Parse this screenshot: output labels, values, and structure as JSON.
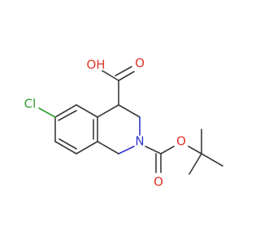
{
  "molecule": {
    "atoms": {
      "hydroxyl": "OH",
      "carboxyl_oxygen": "O",
      "ring_nitrogen": "N",
      "ester_oxygen_single": "O",
      "ester_oxygen_double": "O",
      "chlorine": "Cl"
    }
  },
  "colors": {
    "bond": "#3a3a3a",
    "oxygen": "#e0352b",
    "nitrogen": "#2f37c9",
    "chlorine": "#2fa02f",
    "background": "#ffffff"
  }
}
